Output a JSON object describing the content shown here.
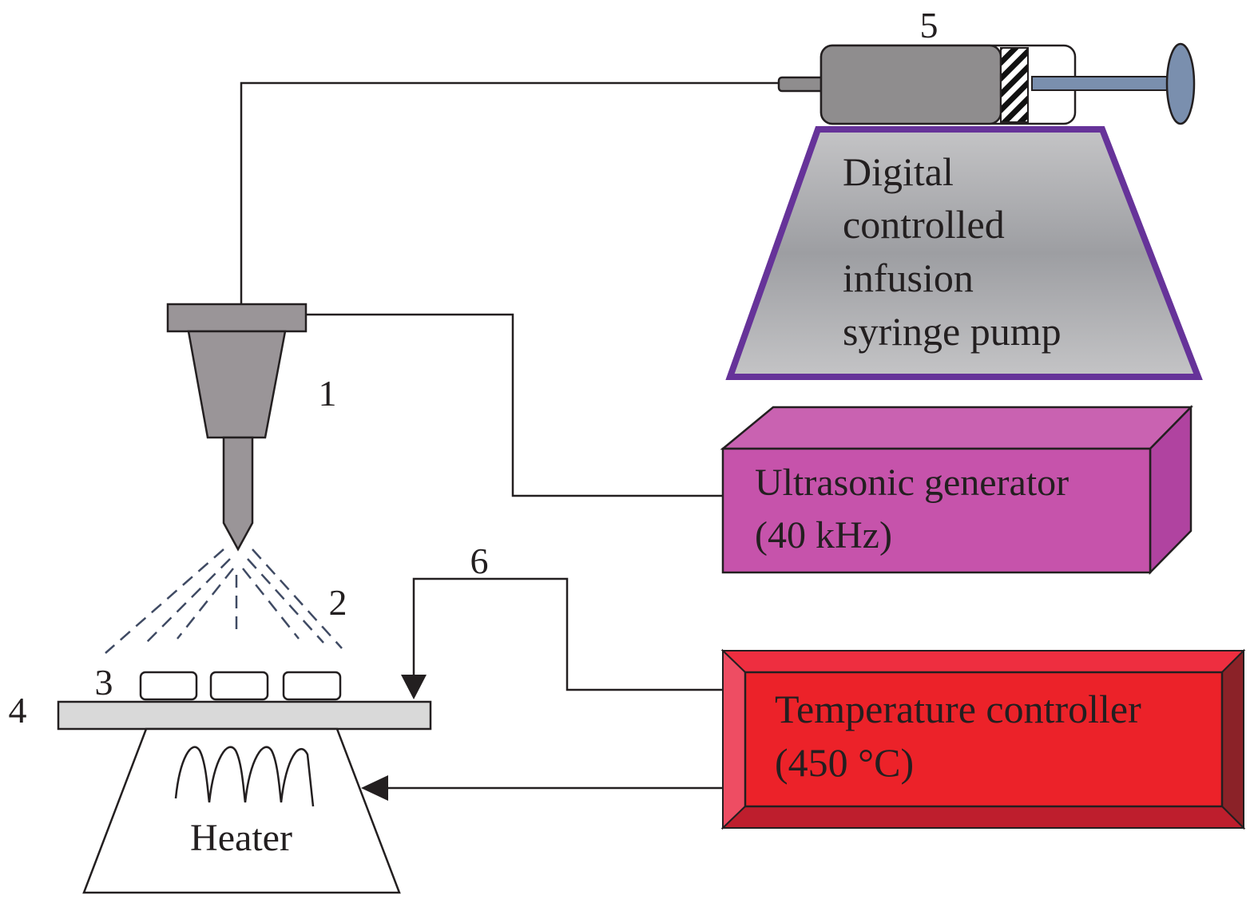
{
  "labels": {
    "nozzle_number": "1",
    "spray_number": "2",
    "substrate_number": "3",
    "plate_number": "4",
    "syringe_number": "5",
    "thermocouple_number": "6",
    "heater": "Heater"
  },
  "pump": {
    "lines": [
      "Digital",
      "controlled",
      "infusion",
      "syringe pump"
    ]
  },
  "ultrasonic": {
    "line1": "Ultrasonic generator",
    "line2": "(40 kHz)"
  },
  "temperature": {
    "line1": "Temperature controller",
    "line2": "(450 °C)"
  },
  "colors": {
    "pump_border": "#663399",
    "ultrasonic_front": "#c653ab",
    "ultrasonic_top": "#c962b1",
    "ultrasonic_side": "#b043a0",
    "temp_front": "#ec2229",
    "syringe_barrel": "#8f8d8e",
    "plunger": "#7a8fae"
  }
}
